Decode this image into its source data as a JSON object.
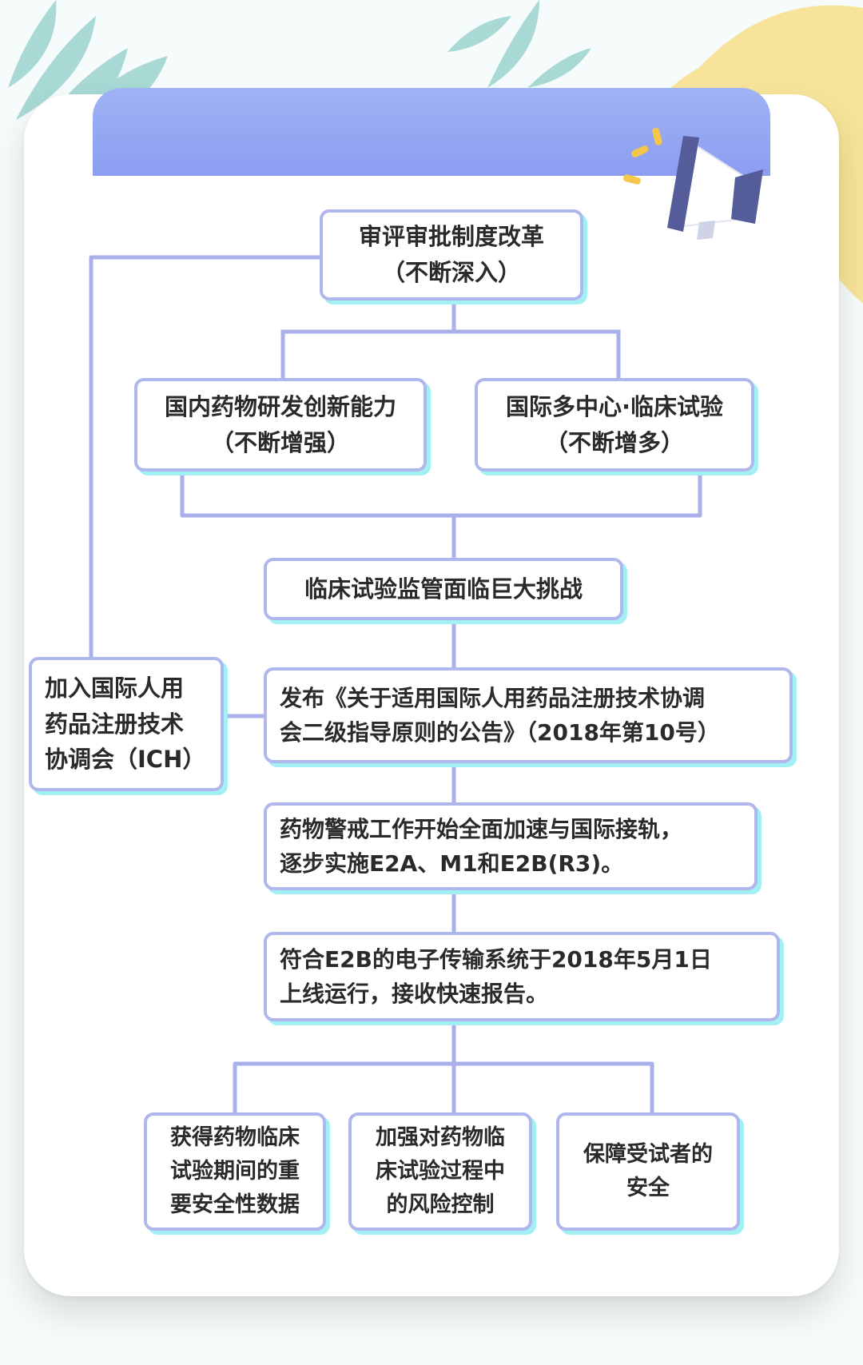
{
  "colors": {
    "connector": "#aab1ea",
    "box_border": "#b0b7ec",
    "box_shadow": "#a2f0f4",
    "banner": "#95a8f3",
    "megaphone": "#545c99",
    "leaf_teal": "#a9d9d5",
    "leaf_yellow": "#f7e49a"
  },
  "icons": {
    "megaphone": "megaphone-icon",
    "leaves": "leaf-decoration"
  },
  "nodes": {
    "reform": {
      "line1": "审评审批制度改革",
      "line2": "（不断深入）"
    },
    "domestic": {
      "line1": "国内药物研发创新能力",
      "line2": "（不断增强）"
    },
    "international": {
      "line1": "国际多中心·临床试验",
      "line2": "（不断增多）"
    },
    "challenge": {
      "line1": "临床试验监管面临巨大挑战"
    },
    "ich": {
      "line1": "加入国际人用",
      "line2": "药品注册技术",
      "line3": "协调会（ICH）"
    },
    "announcement": {
      "line1": "发布《关于适用国际人用药品注册技术协调",
      "line2": "会二级指导原则的公告》（2018年第10号）"
    },
    "pharmacovigilance": {
      "line1": "药物警戒工作开始全面加速与国际接轨，",
      "line2": "逐步实施E2A、M1和E2B(R3)。"
    },
    "e2b": {
      "line1": "符合E2B的电子传输系统于2018年5月1日",
      "line2": "上线运行，接收快速报告。"
    },
    "outcome1": {
      "line1": "获得药物临床",
      "line2": "试验期间的重",
      "line3": "要安全性数据"
    },
    "outcome2": {
      "line1": "加强对药物临",
      "line2": "床试验过程中",
      "line3": "的风险控制"
    },
    "outcome3": {
      "line1": "保障受试者的",
      "line2": "安全"
    }
  }
}
